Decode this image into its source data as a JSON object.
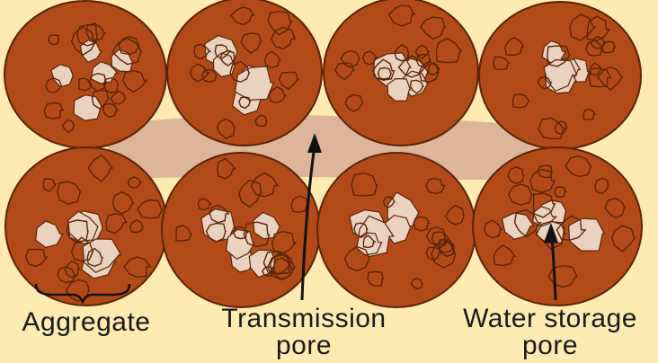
{
  "diagram": {
    "labels": {
      "aggregate": "Aggregate",
      "transmission_line1": "Transmission",
      "transmission_line2": "pore",
      "storage_line1": "Water storage",
      "storage_line2": "pore"
    },
    "colors": {
      "background": "#fdebb2",
      "aggregate_fill": "#b34b18",
      "aggregate_outline": "#5a2408",
      "inter_aggregate_pore": "#ddb59a",
      "intra_aggregate_pore": "#e9d2c0",
      "arrow": "#111111"
    }
  }
}
